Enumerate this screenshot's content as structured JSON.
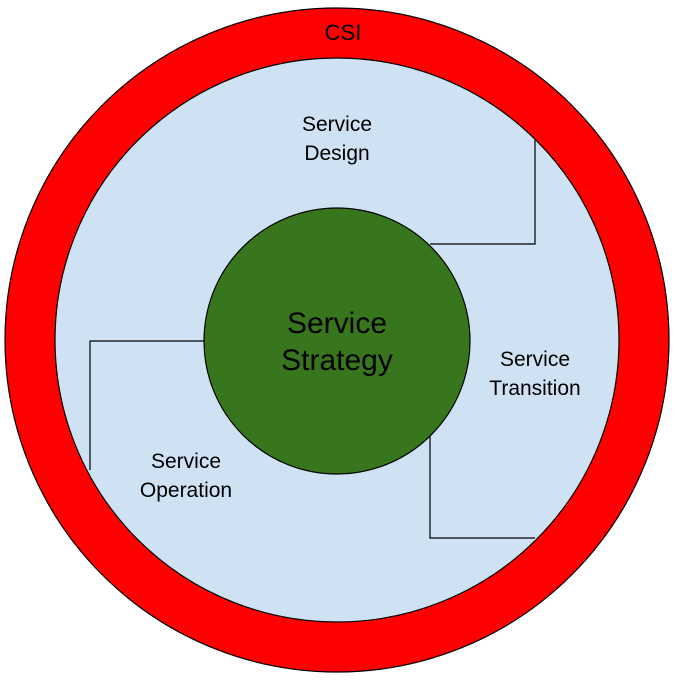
{
  "labels": {
    "csi": "CSI",
    "design_line1": "Service",
    "design_line2": "Design",
    "transition_line1": "Service",
    "transition_line2": "Transition",
    "operation_line1": "Service",
    "operation_line2": "Operation",
    "strategy_line1": "Service",
    "strategy_line2": "Strategy"
  },
  "colors": {
    "outer_ring": "#ff0000",
    "lifecycle_area": "#cfe2f3",
    "core": "#38761d",
    "stroke": "#000000"
  }
}
